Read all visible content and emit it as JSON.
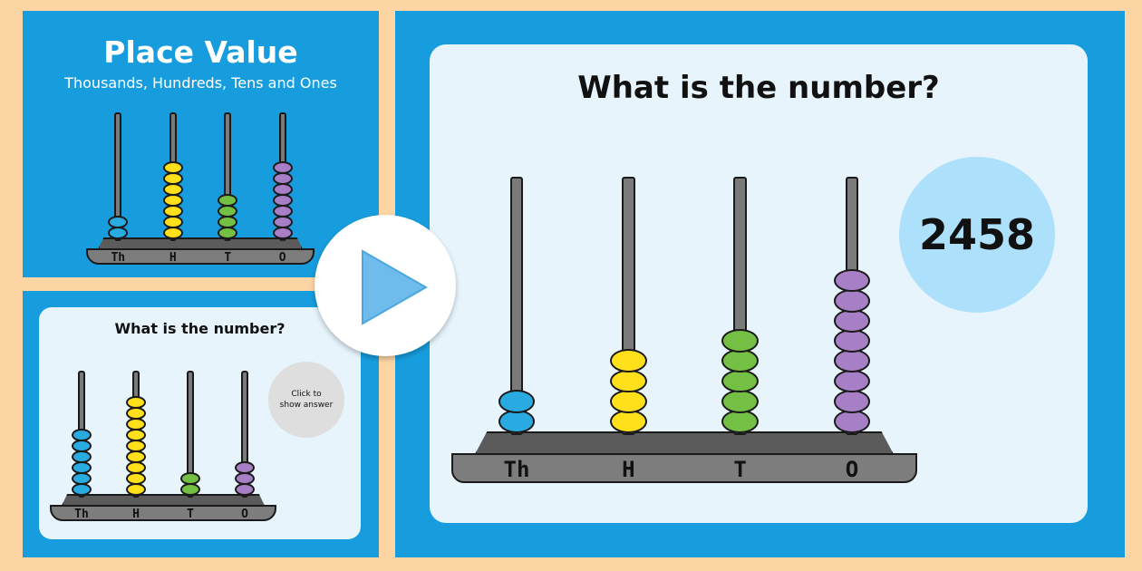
{
  "colors": {
    "background": "#fdd5a5",
    "slide_blue": "#179ddd",
    "panel": "#e7f4fc",
    "thousands": "#29aae1",
    "hundreds": "#ffe01a",
    "tens": "#74c044",
    "ones": "#a77fc6",
    "answer_circle": "#ade0fb",
    "hidden_circle": "#dedede",
    "play": "#6fbcec"
  },
  "slide1": {
    "title": "Place Value",
    "subtitle": "Thousands, Hundreds, Tens and Ones",
    "abacus": {
      "labels": [
        "Th",
        "H",
        "T",
        "O"
      ],
      "beads": [
        2,
        7,
        4,
        7
      ]
    }
  },
  "slide2": {
    "question": "What is the number?",
    "answer_button": "Click to show answer",
    "answer_button_line1": "Click to",
    "answer_button_line2": "show answer",
    "abacus": {
      "labels": [
        "Th",
        "H",
        "T",
        "O"
      ],
      "beads": [
        6,
        9,
        2,
        3
      ]
    }
  },
  "main": {
    "question": "What is the number?",
    "answer": "2458",
    "abacus": {
      "labels": [
        "Th",
        "H",
        "T",
        "O"
      ],
      "beads": [
        2,
        4,
        5,
        8
      ]
    }
  },
  "play_button": {
    "icon": "play-icon"
  }
}
